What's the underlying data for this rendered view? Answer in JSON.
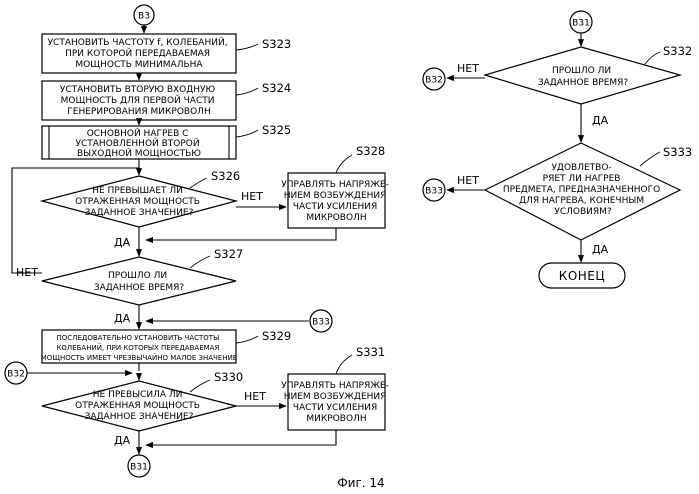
{
  "connectors": {
    "b3": "B3",
    "b31": "B31",
    "b32": "B32",
    "b33": "B33"
  },
  "steps": {
    "s323": {
      "id": "S323",
      "lines": [
        "УСТАНОВИТЬ ЧАСТОТУ f, КОЛЕБАНИЙ,",
        "ПРИ КОТОРОЙ ПЕРЕДАВАЕМАЯ",
        "МОЩНОСТЬ МИНИМАЛЬНА"
      ]
    },
    "s324": {
      "id": "S324",
      "lines": [
        "УСТАНОВИТЬ ВТОРУЮ ВХОДНУЮ",
        "МОЩНОСТЬ ДЛЯ ПЕРВОЙ ЧАСТИ",
        "ГЕНЕРИРОВАНИЯ МИКРОВОЛН"
      ]
    },
    "s325": {
      "id": "S325",
      "lines": [
        "ОСНОВНОЙ НАГРЕВ С",
        "УСТАНОВЛЕННОЙ ВТОРОЙ",
        "ВЫХОДНОЙ МОЩНОСТЬЮ"
      ]
    },
    "s326": {
      "id": "S326",
      "lines": [
        "НЕ ПРЕВЫШАЕТ ЛИ",
        "ОТРАЖЕННАЯ МОЩНОСТЬ",
        "ЗАДАННОЕ ЗНАЧЕНИЕ?"
      ]
    },
    "s327": {
      "id": "S327",
      "lines": [
        "ПРОШЛО ЛИ",
        "ЗАДАННОЕ ВРЕМЯ?"
      ]
    },
    "s328": {
      "id": "S328",
      "lines": [
        "УПРАВЛЯТЬ НАПРЯЖЕ-",
        "НИЕМ ВОЗБУЖДЕНИЯ",
        "ЧАСТИ УСИЛЕНИЯ",
        "МИКРОВОЛН"
      ]
    },
    "s329": {
      "id": "S329",
      "lines": [
        "ПОСЛЕДОВАТЕЛЬНО УСТАНОВИТЬ ЧАСТОТЫ",
        "КОЛЕБАНИЙ, ПРИ КОТОРЫХ ПЕРЕДАВАЕМАЯ",
        "МОЩНОСТЬ ИМЕЕТ ЧРЕЗВЫЧАЙНО МАЛОЕ ЗНАЧЕНИЕ"
      ]
    },
    "s330": {
      "id": "S330",
      "lines": [
        "НЕ ПРЕВЫСИЛА ЛИ",
        "ОТРАЖЕННАЯ МОЩНОСТЬ",
        "ЗАДАННОЕ ЗНАЧЕНИЕ?"
      ]
    },
    "s331": {
      "id": "S331",
      "lines": [
        "УПРАВЛЯТЬ НАПРЯЖЕ-",
        "НИЕМ ВОЗБУЖДЕНИЯ",
        "ЧАСТИ УСИЛЕНИЯ",
        "МИКРОВОЛН"
      ]
    },
    "s332": {
      "id": "S332",
      "lines": [
        "ПРОШЛО ЛИ",
        "ЗАДАННОЕ ВРЕМЯ?"
      ]
    },
    "s333": {
      "id": "S333",
      "lines": [
        "УДОВЛЕТВО-",
        "РЯЕТ ЛИ НАГРЕВ",
        "ПРЕДМЕТА, ПРЕДНАЗНАЧЕННОГО",
        "ДЛЯ НАГРЕВА, КОНЕЧНЫМ",
        "УСЛОВИЯМ?"
      ]
    }
  },
  "branch_labels": {
    "no": "НЕТ",
    "yes": "ДА"
  },
  "end_label": "КОНЕЦ",
  "caption": "Фиг. 14"
}
